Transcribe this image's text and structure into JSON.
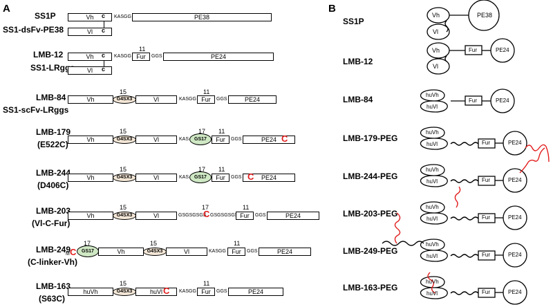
{
  "panels": {
    "a": "A",
    "b": "B"
  },
  "labels": {
    "vh": "Vh",
    "vl": "Vl",
    "huvh": "huVh",
    "huvl": "huVl",
    "c": "c",
    "pe38": "PE38",
    "pe24": "PE24",
    "fur": "Fur",
    "gs17": "GS17",
    "g4sx3": "G4SX3",
    "kasgg": "KASGG",
    "kas": "KAS",
    "ggs": "GGS",
    "gsgsgsgs": "GSGSGSGS",
    "m": "M",
    "cys": "C"
  },
  "numbers": {
    "n11": "11",
    "n15": "15",
    "n17": "17"
  },
  "constructs": [
    {
      "name": "SS1P",
      "sub": "SS1-dsFv-PE38"
    },
    {
      "name": "LMB-12",
      "sub": "SS1-LRggs"
    },
    {
      "name": "LMB-84",
      "sub": "SS1-scFv-LRggs"
    },
    {
      "name": "LMB-179",
      "sub": "(E522C)"
    },
    {
      "name": "LMB-244",
      "sub": "(D406C)"
    },
    {
      "name": "LMB-203",
      "sub": "(Vl-C-Fur)"
    },
    {
      "name": "LMB-249",
      "sub": "(C-linker-Vh)"
    },
    {
      "name": "LMB-163",
      "sub": "(S63C)"
    }
  ],
  "panel_b": [
    "SS1P",
    "LMB-12",
    "LMB-84",
    "LMB-179-PEG",
    "LMB-244-PEG",
    "LMB-203-PEG",
    "LMB-249-PEG",
    "LMB-163-PEG"
  ]
}
